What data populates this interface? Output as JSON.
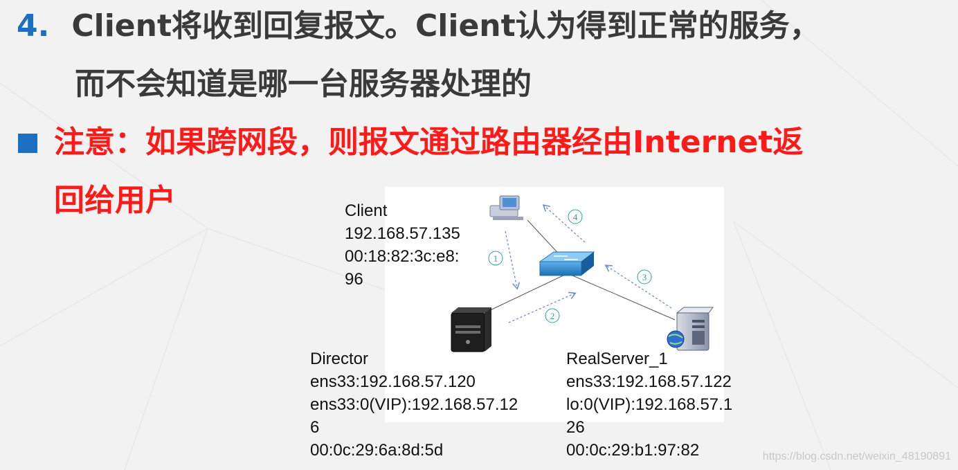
{
  "heading": {
    "number": "4.",
    "line1": "Client将收到回复报文。Client认为得到正常的服务，",
    "line2": "而不会知道是哪一台服务器处理的"
  },
  "note": {
    "line1": "注意：如果跨网段，则报文通过路由器经由Internet返",
    "line2": "回给用户"
  },
  "nodes": {
    "client": {
      "lines": [
        "Client",
        "192.168.57.135",
        "00:18:82:3c:e8:",
        "96"
      ]
    },
    "director": {
      "lines": [
        "Director",
        "ens33:192.168.57.120",
        "ens33:0(VIP):192.168.57.12",
        "6",
        "00:0c:29:6a:8d:5d"
      ]
    },
    "realserver": {
      "lines": [
        "RealServer_1",
        "ens33:192.168.57.122",
        "lo:0(VIP):192.168.57.1",
        "26",
        "00:0c:29:b1:97:82"
      ]
    }
  },
  "steps": [
    "1",
    "2",
    "3",
    "4"
  ],
  "watermark": "https://blog.csdn.net/weixin_48190891",
  "colors": {
    "heading_text": "#3a3a3a",
    "heading_number": "#1f6fc0",
    "note_text": "#ff1a1a",
    "bullet": "#1f6fc0",
    "arrow": "#6a8fc8",
    "badge": "#2aa39a"
  },
  "icons": {
    "client": "desktop-computer-icon",
    "switch": "network-switch-icon",
    "director": "server-tower-icon",
    "realserver": "web-server-icon"
  }
}
